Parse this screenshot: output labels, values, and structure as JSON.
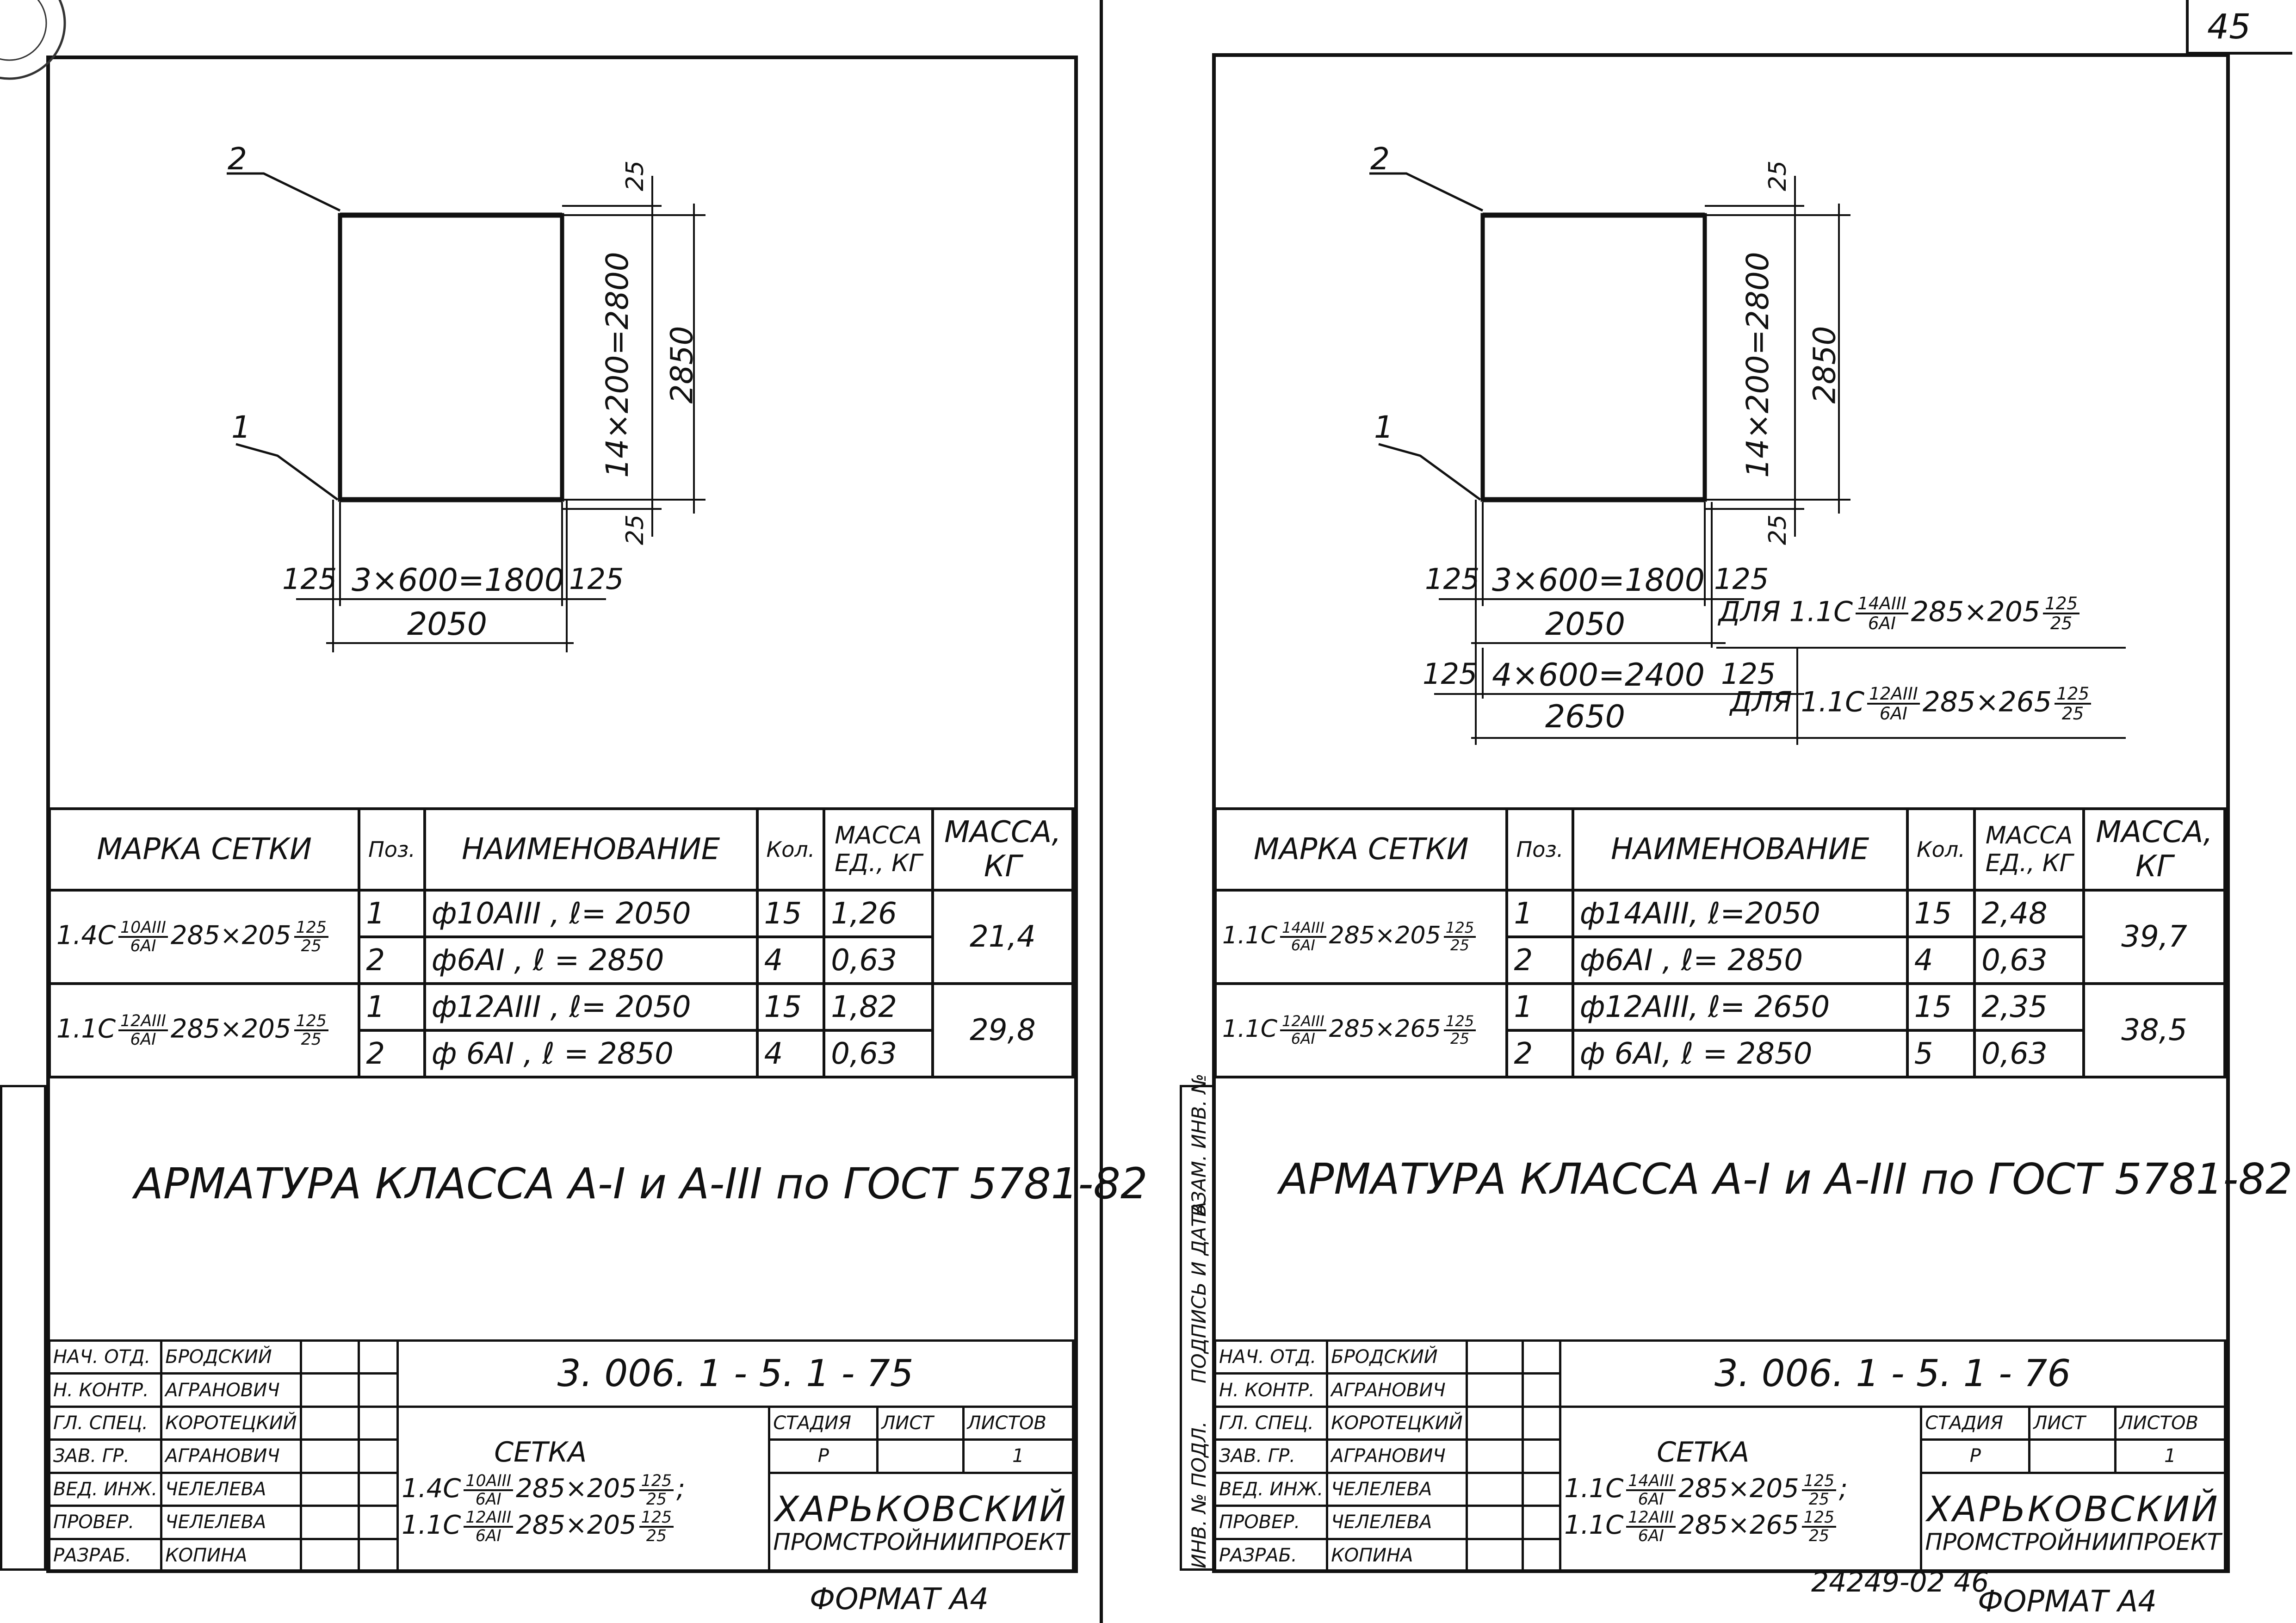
{
  "page": {
    "sheet_number": "45",
    "archive_number": "24249-02 46",
    "format_label_left": "ФОРМАТ А4",
    "format_label_right": "ФОРМАТ А4"
  },
  "left": {
    "drawing": {
      "callout_top": "2",
      "callout_bottom": "1",
      "dim_top_offset": "25",
      "dim_bottom_offset": "25",
      "dim_inner_vertical": "14×200=2800",
      "dim_total_vertical": "2850",
      "dim_left_offset": "125",
      "dim_right_offset": "125",
      "dim_inner_horizontal": "3×600=1800",
      "dim_total_horizontal": "2050"
    },
    "spec": {
      "headers": [
        "МАРКА СЕТКИ",
        "Поз.",
        "НАИМЕНОВАНИЕ",
        "Кол.",
        "МАССА ЕД., КГ",
        "МАССА, КГ"
      ],
      "rows": [
        {
          "mark_prefix": "1.4С",
          "mark_num": "10АIII",
          "mark_den": "6АI",
          "mark_size": "285×205",
          "mark_frac_num": "125",
          "mark_frac_den": "25",
          "items": [
            {
              "pos": "1",
              "name": "ф10АIII , ℓ= 2050",
              "qty": "15",
              "mass_unit": "1,26"
            },
            {
              "pos": "2",
              "name": "ф6АI , ℓ = 2850",
              "qty": "4",
              "mass_unit": "0,63"
            }
          ],
          "mass_total": "21,4"
        },
        {
          "mark_prefix": "1.1С",
          "mark_num": "12АIII",
          "mark_den": "6АI",
          "mark_size": "285×205",
          "mark_frac_num": "125",
          "mark_frac_den": "25",
          "items": [
            {
              "pos": "1",
              "name": "ф12АIII , ℓ= 2050",
              "qty": "15",
              "mass_unit": "1,82"
            },
            {
              "pos": "2",
              "name": "ф 6АI , ℓ = 2850",
              "qty": "4",
              "mass_unit": "0,63"
            }
          ],
          "mass_total": "29,8"
        }
      ]
    },
    "note": "АРМАТУРА КЛАССА А-I и А-III по ГОСТ 5781-82",
    "title_block": {
      "people": [
        {
          "role": "НАЧ. ОТД.",
          "name": "БРОДСКИЙ"
        },
        {
          "role": "Н. КОНТР.",
          "name": "АГРАНОВИЧ"
        },
        {
          "role": "ГЛ. СПЕЦ.",
          "name": "КОРОТЕЦКИЙ"
        },
        {
          "role": "ЗАВ. ГР.",
          "name": "АГРАНОВИЧ"
        },
        {
          "role": "ВЕД. ИНЖ.",
          "name": "ЧЕЛЕЛЕВА"
        },
        {
          "role": "ПРОВЕР.",
          "name": "ЧЕЛЕЛЕВА"
        },
        {
          "role": "РАЗРАБ.",
          "name": "КОПИНА"
        }
      ],
      "doc_code": "3. 006. 1 - 5. 1 - 75",
      "title": "СЕТКА",
      "line1_prefix": "1.4С",
      "line1_num": "10АIII",
      "line1_den": "6АI",
      "line1_size": "285×205",
      "line1_frac_num": "125",
      "line1_frac_den": "25",
      "line1_suffix": ";",
      "line2_prefix": "1.1С",
      "line2_num": "12АIII",
      "line2_den": "6АI",
      "line2_size": "285×205",
      "line2_frac_num": "125",
      "line2_frac_den": "25",
      "stage_label": "СТАДИЯ",
      "sheet_label": "ЛИСТ",
      "sheets_label": "ЛИСТОВ",
      "stage": "Р",
      "sheets": "1",
      "org_line1": "ХАРЬКОВСКИЙ",
      "org_line2": "ПРОМСТРОЙНИИПРОЕКТ"
    }
  },
  "right": {
    "drawing": {
      "callout_top": "2",
      "callout_bottom": "1",
      "dim_top_offset": "25",
      "dim_bottom_offset": "25",
      "dim_inner_vertical": "14×200=2800",
      "dim_total_vertical": "2850",
      "dim_left_offset_1": "125",
      "dim_right_offset_1": "125",
      "dim_inner_horizontal_1": "3×600=1800",
      "dim_total_horizontal_1": "2050",
      "variant_1_prefix": "ДЛЯ 1.1С",
      "variant_1_num": "14АIII",
      "variant_1_den": "6АI",
      "variant_1_size": "285×205",
      "variant_1_frac_num": "125",
      "variant_1_frac_den": "25",
      "dim_left_offset_2": "125",
      "dim_right_offset_2": "125",
      "dim_inner_horizontal_2": "4×600=2400",
      "dim_total_horizontal_2": "2650",
      "variant_2_prefix": "ДЛЯ 1.1С",
      "variant_2_num": "12АIII",
      "variant_2_den": "6АI",
      "variant_2_size": "285×265",
      "variant_2_frac_num": "125",
      "variant_2_frac_den": "25"
    },
    "spec": {
      "headers": [
        "МАРКА СЕТКИ",
        "Поз.",
        "НАИМЕНОВАНИЕ",
        "Кол.",
        "МАССА ЕД., КГ",
        "МАССА, КГ"
      ],
      "rows": [
        {
          "mark_prefix": "1.1С",
          "mark_num": "14АIII",
          "mark_den": "6АI",
          "mark_size": "285×205",
          "mark_frac_num": "125",
          "mark_frac_den": "25",
          "items": [
            {
              "pos": "1",
              "name": "ф14АIII, ℓ=2050",
              "qty": "15",
              "mass_unit": "2,48"
            },
            {
              "pos": "2",
              "name": "ф6АI , ℓ= 2850",
              "qty": "4",
              "mass_unit": "0,63"
            }
          ],
          "mass_total": "39,7"
        },
        {
          "mark_prefix": "1.1С",
          "mark_num": "12АIII",
          "mark_den": "6АI",
          "mark_size": "285×265",
          "mark_frac_num": "125",
          "mark_frac_den": "25",
          "items": [
            {
              "pos": "1",
              "name": "ф12АIII, ℓ= 2650",
              "qty": "15",
              "mass_unit": "2,35"
            },
            {
              "pos": "2",
              "name": "ф 6АI, ℓ = 2850",
              "qty": "5",
              "mass_unit": "0,63"
            }
          ],
          "mass_total": "38,5"
        }
      ]
    },
    "note": "АРМАТУРА КЛАССА А-I и А-III по ГОСТ 5781-82",
    "sidebar": [
      "ИНВ. № ПОДЛ.",
      "ПОДПИСЬ И ДАТА",
      "ВЗАМ. ИНВ. №"
    ],
    "title_block": {
      "people": [
        {
          "role": "НАЧ. ОТД.",
          "name": "БРОДСКИЙ"
        },
        {
          "role": "Н. КОНТР.",
          "name": "АГРАНОВИЧ"
        },
        {
          "role": "ГЛ. СПЕЦ.",
          "name": "КОРОТЕЦКИЙ"
        },
        {
          "role": "ЗАВ. ГР.",
          "name": "АГРАНОВИЧ"
        },
        {
          "role": "ВЕД. ИНЖ.",
          "name": "ЧЕЛЕЛЕВА"
        },
        {
          "role": "ПРОВЕР.",
          "name": "ЧЕЛЕЛЕВА"
        },
        {
          "role": "РАЗРАБ.",
          "name": "КОПИНА"
        }
      ],
      "doc_code": "3. 006. 1 - 5. 1 - 76",
      "title": "СЕТКА",
      "line1_prefix": "1.1С",
      "line1_num": "14АIII",
      "line1_den": "6АI",
      "line1_size": "285×205",
      "line1_frac_num": "125",
      "line1_frac_den": "25",
      "line1_suffix": ";",
      "line2_prefix": "1.1С",
      "line2_num": "12АIII",
      "line2_den": "6АI",
      "line2_size": "285×265",
      "line2_frac_num": "125",
      "line2_frac_den": "25",
      "stage_label": "СТАДИЯ",
      "sheet_label": "ЛИСТ",
      "sheets_label": "ЛИСТОВ",
      "stage": "Р",
      "sheets": "1",
      "org_line1": "ХАРЬКОВСКИЙ",
      "org_line2": "ПРОМСТРОЙНИИПРОЕКТ"
    }
  }
}
